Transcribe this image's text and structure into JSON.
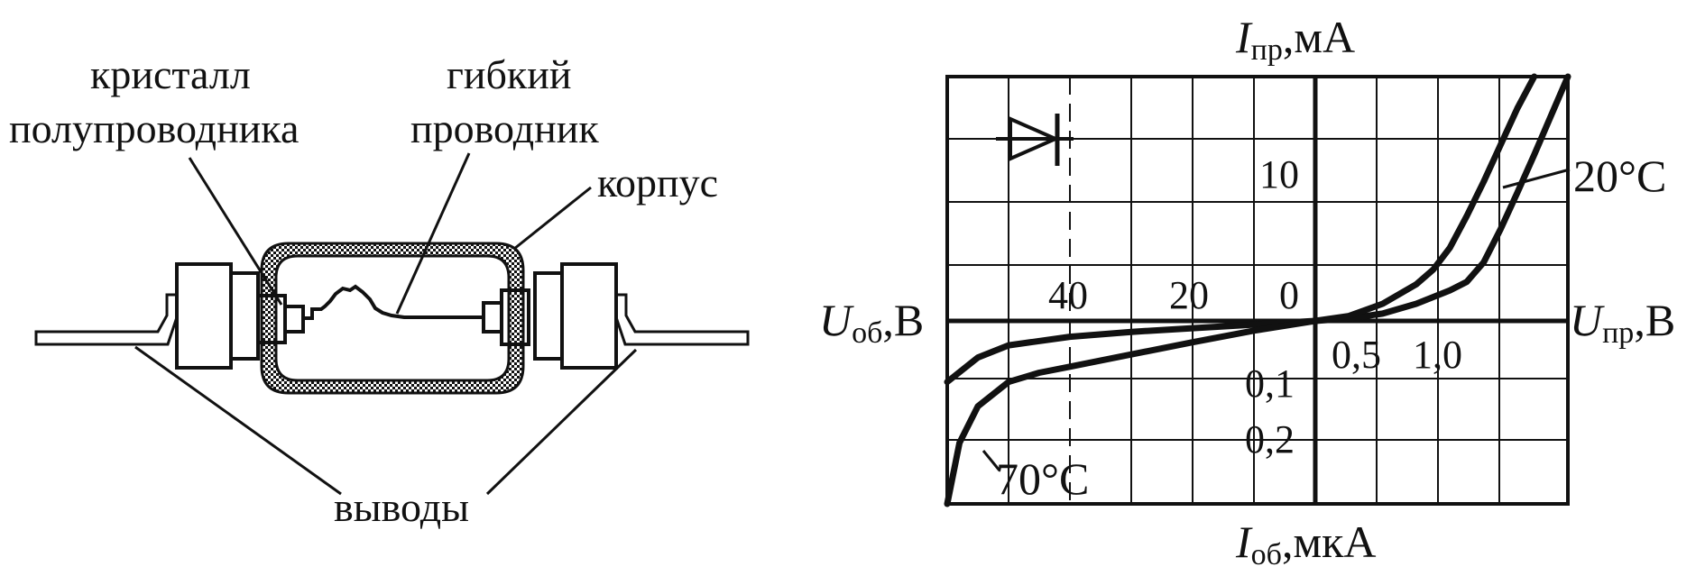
{
  "device": {
    "label_crystal_1": "кристалл",
    "label_crystal_2": "полупроводника",
    "label_wire_1": "гибкий",
    "label_wire_2": "проводник",
    "label_case": "корпус",
    "label_leads": "выводы"
  },
  "colors": {
    "ink": "#111111",
    "background": "#ffffff"
  },
  "chart_data": {
    "type": "line",
    "axes": {
      "forward_current": {
        "symbol": "I",
        "subscript": "пр",
        "unit": ",мА"
      },
      "reverse_current": {
        "symbol": "I",
        "subscript": "об",
        "unit": ",мкА"
      },
      "forward_voltage": {
        "symbol": "U",
        "subscript": "пр",
        "unit": ",В"
      },
      "reverse_voltage": {
        "symbol": "U",
        "subscript": "об",
        "unit": ",В"
      }
    },
    "forward_voltage_ticks": [
      "0,5",
      "1,0"
    ],
    "reverse_voltage_ticks": [
      "40",
      "20",
      "0"
    ],
    "forward_current_ticks": [
      "10"
    ],
    "reverse_current_ticks": [
      "0,1",
      "0,2"
    ],
    "forward_voltage_range": [
      0,
      1.5
    ],
    "reverse_voltage_range": [
      0,
      60
    ],
    "forward_current_range": [
      0,
      20
    ],
    "reverse_current_range": [
      0,
      0.3
    ],
    "grid": true,
    "symbol_icon": "diode-icon",
    "series": [
      {
        "name": "20°C",
        "forward": {
          "u": [
            0,
            0.2,
            0.4,
            0.6,
            0.8,
            0.9,
            1.0,
            1.1,
            1.2,
            1.3,
            1.4,
            1.5
          ],
          "i": [
            0,
            0.2,
            0.6,
            1.4,
            2.5,
            3.2,
            4.8,
            7.5,
            10.5,
            13.6,
            16.8,
            20
          ]
        },
        "reverse": {
          "u": [
            0,
            10,
            20,
            30,
            40,
            50,
            55,
            60
          ],
          "i": [
            0,
            0.006,
            0.012,
            0.018,
            0.026,
            0.04,
            0.06,
            0.1
          ]
        }
      },
      {
        "name": "70°C",
        "forward": {
          "u": [
            0,
            0.2,
            0.4,
            0.6,
            0.7,
            0.8,
            0.9,
            1.0,
            1.1,
            1.2,
            1.3
          ],
          "i": [
            0,
            0.4,
            1.4,
            3.0,
            4.2,
            6.0,
            8.6,
            11.4,
            14.4,
            17.4,
            20
          ]
        },
        "reverse": {
          "u": [
            0,
            10,
            20,
            30,
            40,
            45,
            50,
            55,
            58,
            60
          ],
          "i": [
            0,
            0.016,
            0.035,
            0.055,
            0.075,
            0.085,
            0.1,
            0.14,
            0.2,
            0.3
          ]
        }
      }
    ]
  }
}
